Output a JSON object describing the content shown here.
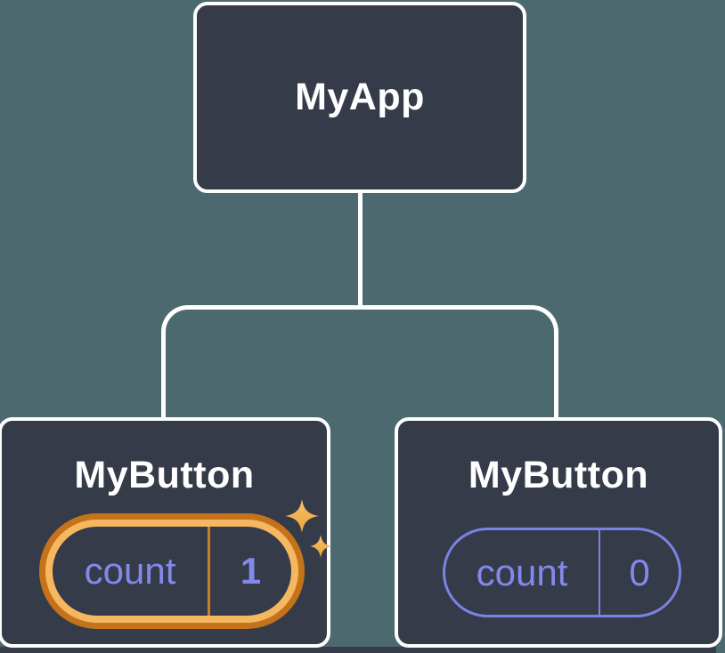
{
  "diagram": {
    "description": "React component tree with isolated state",
    "root": {
      "label": "MyApp"
    },
    "children": [
      {
        "label": "MyButton",
        "state_name": "count",
        "state_value": "1",
        "highlighted": true
      },
      {
        "label": "MyButton",
        "state_name": "count",
        "state_value": "0",
        "highlighted": false
      }
    ]
  },
  "colors": {
    "background": "#4C6970",
    "node_fill": "#353B48",
    "node_border": "#FFFFFF",
    "state_purple": "#8289EA",
    "pill_border_purple": "#7B82E6",
    "highlight_gold": "#F6B761",
    "highlight_orange": "#C5731A",
    "divider_orange": "#C97E26",
    "sparkle_gold": "#F2AE52"
  },
  "icons": {
    "sparkles": "sparkles-icon"
  }
}
